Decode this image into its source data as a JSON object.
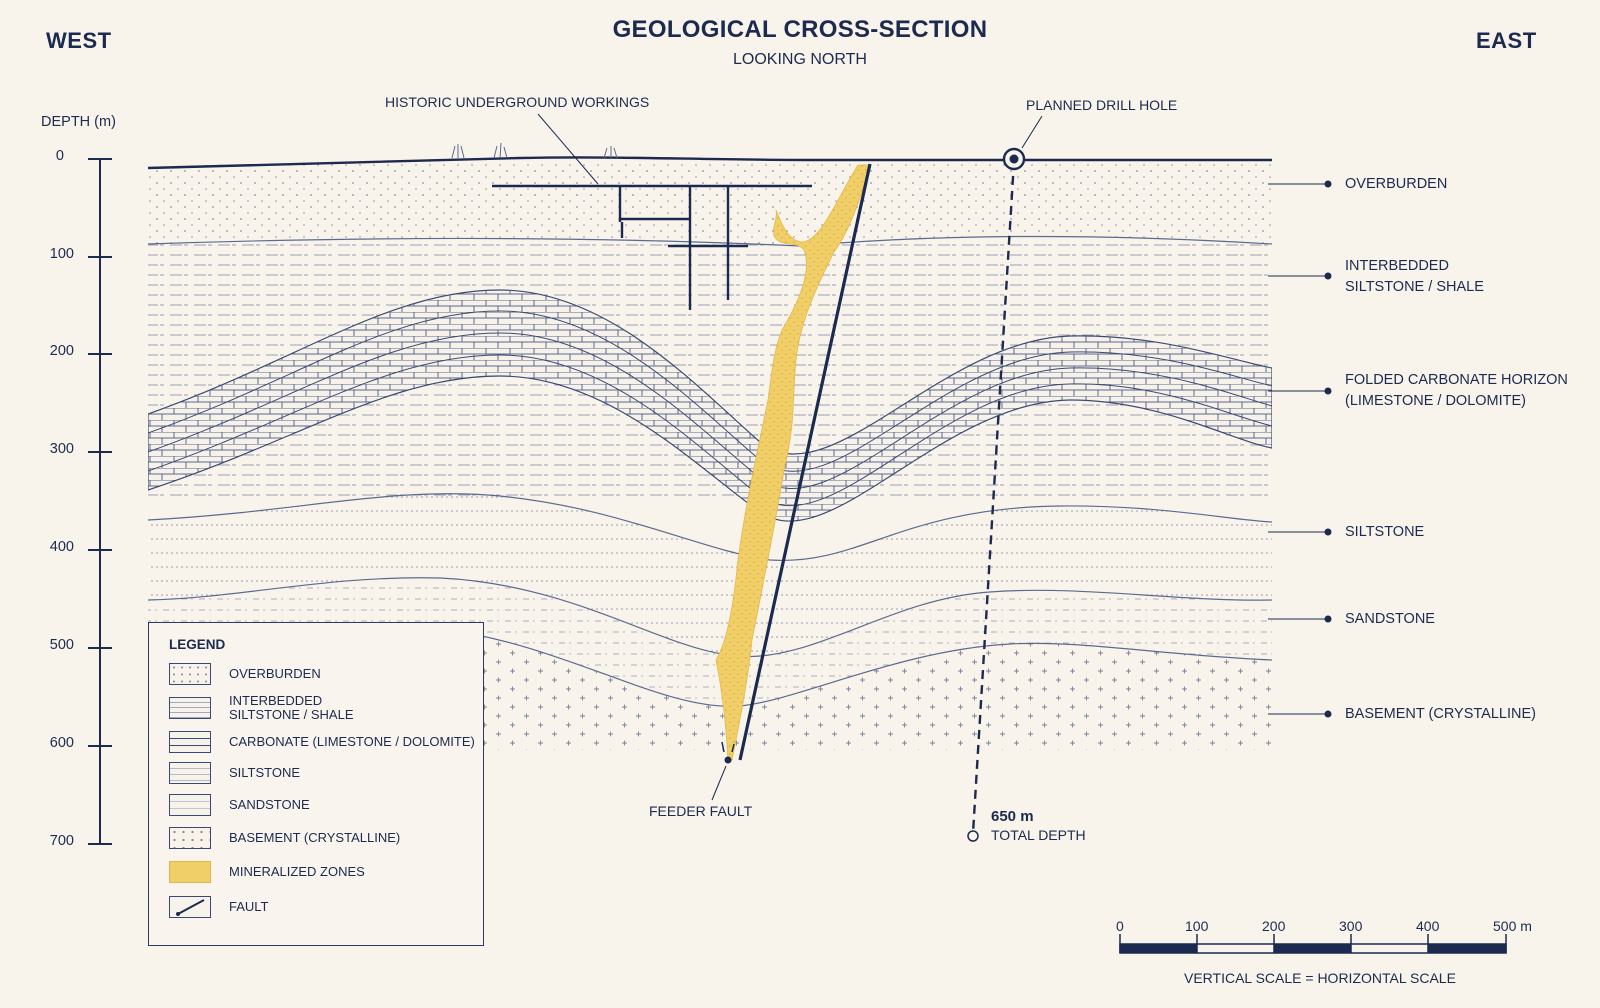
{
  "header": {
    "title": "GEOLOGICAL CROSS-SECTION",
    "subtitle": "LOOKING NORTH",
    "west": "WEST",
    "east": "EAST"
  },
  "depth_axis": {
    "label": "DEPTH (m)",
    "ticks": [
      "0",
      "100",
      "200",
      "300",
      "400",
      "500",
      "600",
      "700"
    ]
  },
  "annotations": {
    "historic_workings": "HISTORIC UNDERGROUND WORKINGS",
    "planned_drill_hole": "PLANNED DRILL HOLE",
    "feeder_fault": "FEEDER FAULT",
    "total_depth_value": "650 m",
    "total_depth_label": "TOTAL DEPTH"
  },
  "layer_labels": [
    {
      "line1": "OVERBURDEN",
      "line2": ""
    },
    {
      "line1": "INTERBEDDED",
      "line2": "SILTSTONE / SHALE"
    },
    {
      "line1": "FOLDED CARBONATE HORIZON",
      "line2": "(LIMESTONE / DOLOMITE)"
    },
    {
      "line1": "SILTSTONE",
      "line2": ""
    },
    {
      "line1": "SANDSTONE",
      "line2": ""
    },
    {
      "line1": "BASEMENT (CRYSTALLINE)",
      "line2": ""
    }
  ],
  "legend": {
    "title": "LEGEND",
    "items": [
      {
        "line1": "OVERBURDEN",
        "line2": "",
        "pattern": "dots"
      },
      {
        "line1": "INTERBEDDED",
        "line2": "SILTSTONE / SHALE",
        "pattern": "dashes"
      },
      {
        "line1": "CARBONATE (LIMESTONE / DOLOMITE)",
        "line2": "",
        "pattern": "bricks"
      },
      {
        "line1": "SILTSTONE",
        "line2": "",
        "pattern": "dotted-lines"
      },
      {
        "line1": "SANDSTONE",
        "line2": "",
        "pattern": "fine-dashes"
      },
      {
        "line1": "BASEMENT (CRYSTALLINE)",
        "line2": "",
        "pattern": "speckle"
      },
      {
        "line1": "MINERALIZED ZONES",
        "line2": "",
        "pattern": "yellow"
      },
      {
        "line1": "FAULT",
        "line2": "",
        "pattern": "fault-line"
      }
    ]
  },
  "scale_bar": {
    "ticks": [
      "0",
      "100",
      "200",
      "300",
      "400",
      "500 m"
    ],
    "note": "VERTICAL SCALE = HORIZONTAL SCALE"
  },
  "colors": {
    "ink": "#1b2a4e",
    "background": "#f8f4ec",
    "mineralized": "#f1cf68",
    "layer_line": "#5d6a8e"
  }
}
